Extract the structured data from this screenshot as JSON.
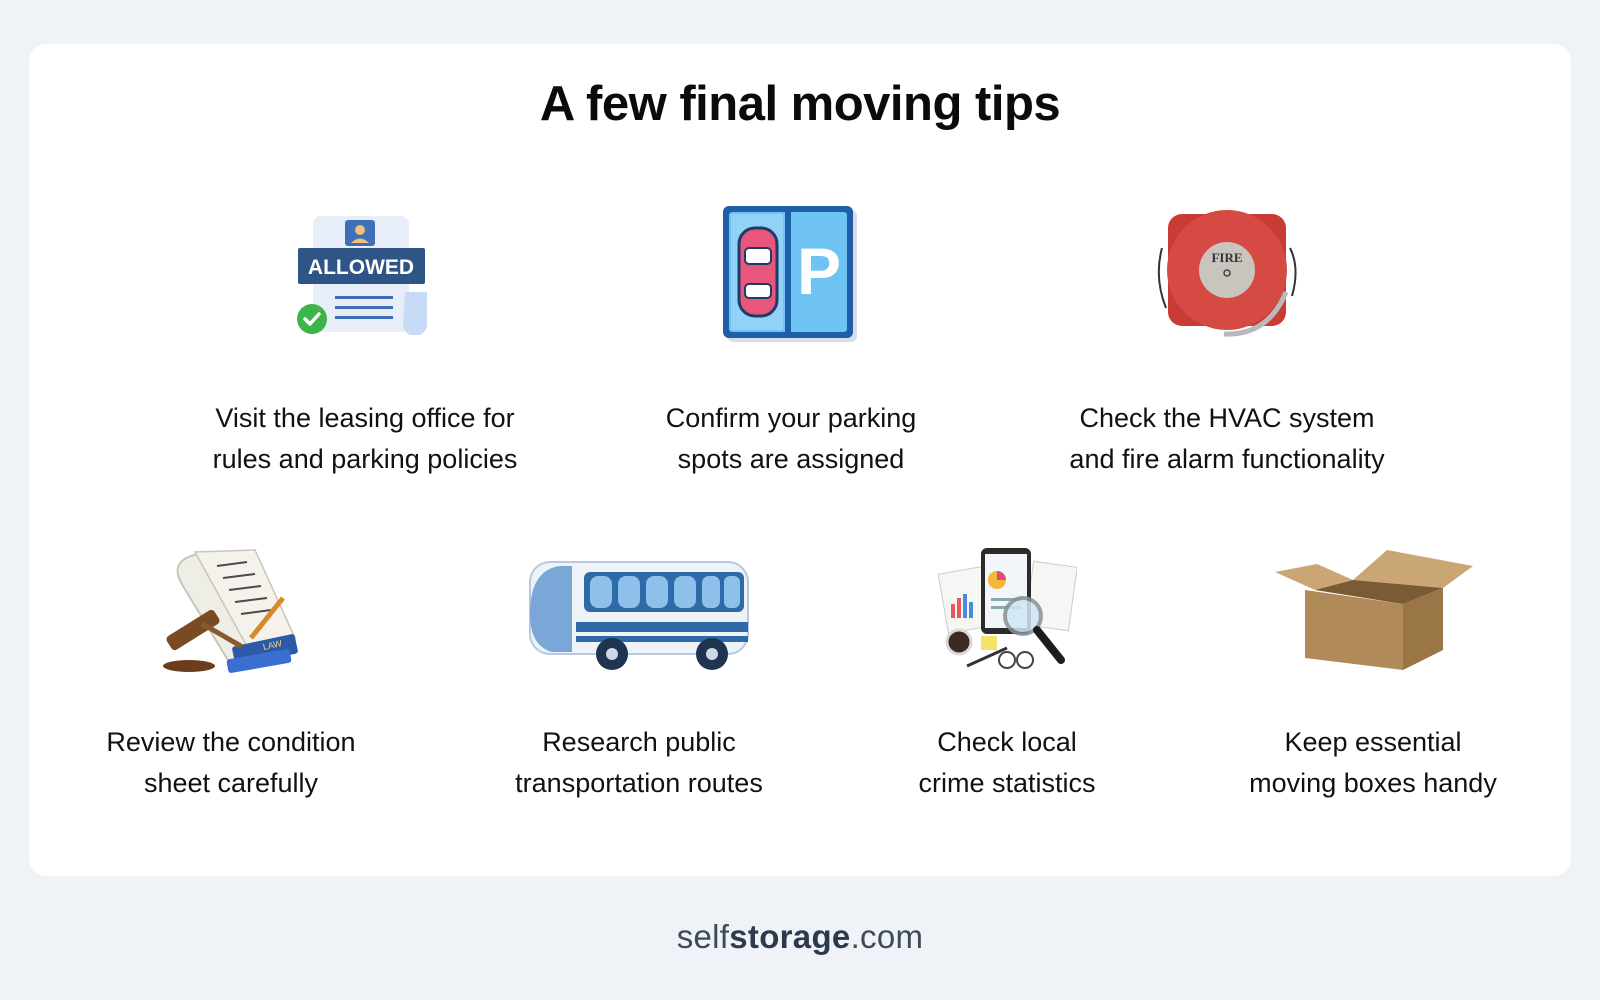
{
  "title": "A few final moving tips",
  "tips": [
    {
      "icon": "allowed-document-icon",
      "line1": "Visit the leasing office for",
      "line2": "rules and parking policies",
      "icon_text": "ALLOWED"
    },
    {
      "icon": "parking-sign-icon",
      "line1": "Confirm your parking",
      "line2": "spots are assigned",
      "icon_text": "P"
    },
    {
      "icon": "fire-alarm-icon",
      "line1": "Check the HVAC system",
      "line2": "and fire alarm functionality",
      "icon_text": "FIRE"
    },
    {
      "icon": "gavel-law-book-icon",
      "line1": "Review the condition",
      "line2": "sheet carefully",
      "icon_text": "LAW"
    },
    {
      "icon": "bus-icon",
      "line1": "Research public",
      "line2": "transportation routes"
    },
    {
      "icon": "statistics-magnifier-icon",
      "line1": "Check local",
      "line2": "crime statistics"
    },
    {
      "icon": "cardboard-box-icon",
      "line1": "Keep essential",
      "line2": "moving boxes handy"
    }
  ],
  "footer": {
    "prefix": "self",
    "bold": "storage",
    "suffix": ".com"
  },
  "colors": {
    "background": "#eff3f8",
    "card": "#ffffff",
    "text": "#111111",
    "footer": "#3d4a5a"
  }
}
